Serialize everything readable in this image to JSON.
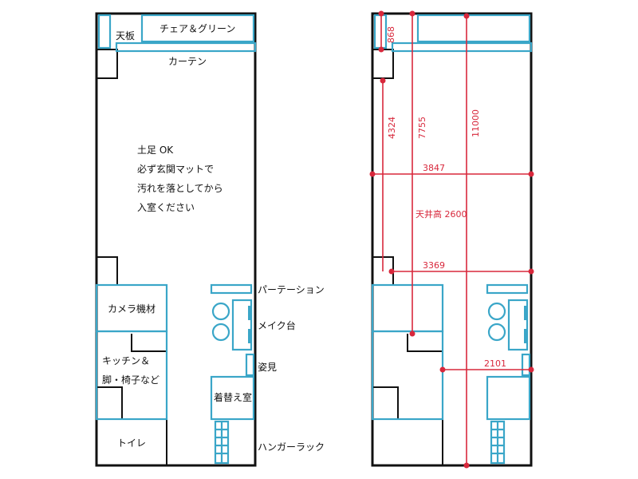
{
  "left_plan": {
    "labels": {
      "tabletop": "天板",
      "chair_green": "チェア＆グリーン",
      "curtain": "カーテン",
      "note_lines": [
        "土足 OK",
        "必ず玄関マットで",
        "汚れを落としてから",
        "入室ください"
      ],
      "camera": "カメラ機材",
      "kitchen_1": "キッチン＆",
      "kitchen_2": "脚・椅子など",
      "toilet": "トイレ",
      "partition": "パーテーション",
      "makeup": "メイク台",
      "mirror": "姿見",
      "dressing": "着替え室",
      "hanger": "ハンガーラック"
    }
  },
  "right_plan": {
    "dimensions": {
      "d868": "868",
      "d4324": "4324",
      "d7755": "7755",
      "d11000": "11000",
      "d3847": "3847",
      "ceiling": "天井高 2600",
      "d3369": "3369",
      "d2101": "2101"
    }
  },
  "colors": {
    "wall": "#111111",
    "furniture": "#3aa6c8",
    "dimension": "#d8283c"
  }
}
